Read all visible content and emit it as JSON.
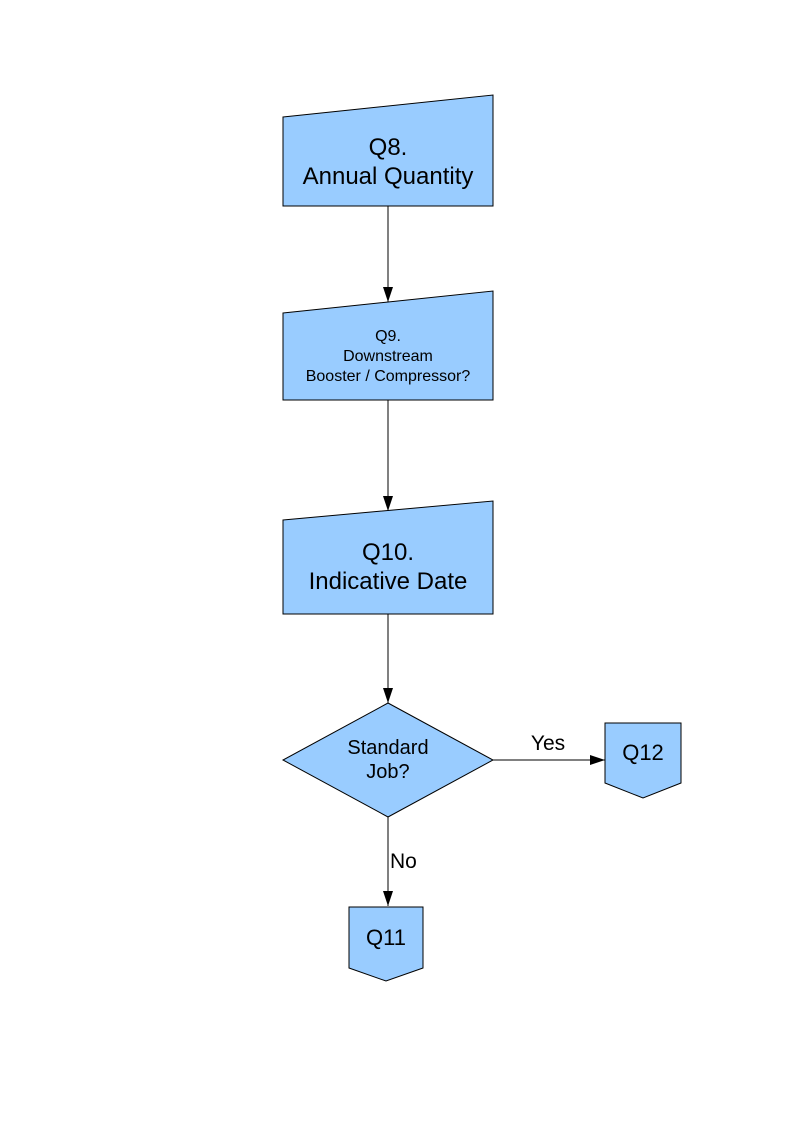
{
  "diagram": {
    "background_color": "#ffffff",
    "node_fill_color": "#99ccff",
    "node_stroke_color": "#000000",
    "nodes": [
      {
        "id": "q8",
        "shape": "manual-input",
        "label": "Q8.\nAnnual Quantity"
      },
      {
        "id": "q9",
        "shape": "manual-input",
        "label": "Q9.\nDownstream\nBooster / Compressor?"
      },
      {
        "id": "q10",
        "shape": "manual-input",
        "label": "Q10.\nIndicative Date"
      },
      {
        "id": "standard-job",
        "shape": "decision",
        "label": "Standard\nJob?"
      },
      {
        "id": "q12",
        "shape": "off-page-connector",
        "label": "Q12"
      },
      {
        "id": "q11",
        "shape": "off-page-connector",
        "label": "Q11"
      }
    ],
    "edges": [
      {
        "from": "q8",
        "to": "q9",
        "label": ""
      },
      {
        "from": "q9",
        "to": "q10",
        "label": ""
      },
      {
        "from": "q10",
        "to": "standard-job",
        "label": ""
      },
      {
        "from": "standard-job",
        "to": "q12",
        "label": "Yes"
      },
      {
        "from": "standard-job",
        "to": "q11",
        "label": "No"
      }
    ]
  }
}
